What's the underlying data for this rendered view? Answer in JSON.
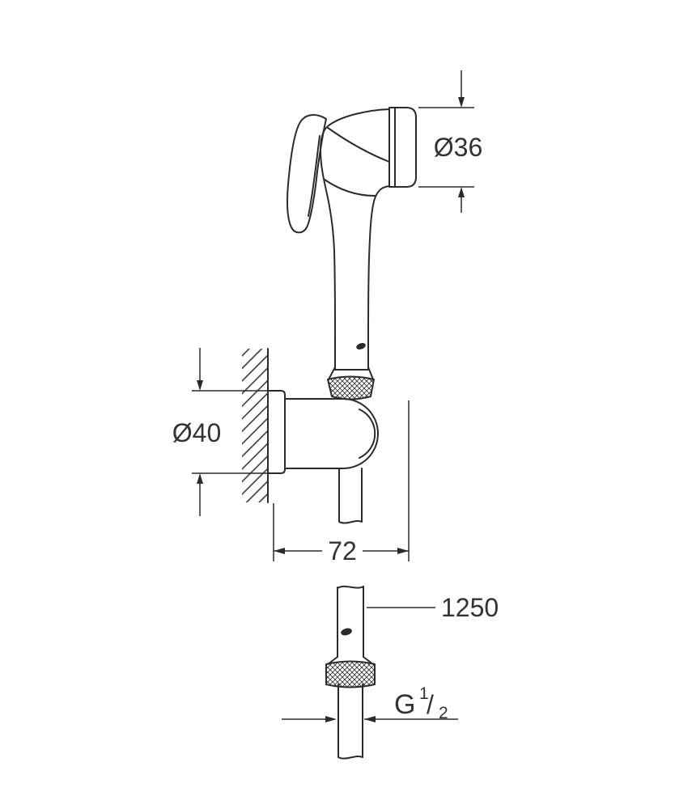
{
  "page": {
    "background": "#ffffff",
    "line_color": "#2b2b2b",
    "text_color": "#333333"
  },
  "drawing": {
    "labels": {
      "head_diameter": "Ø36",
      "holder_diameter": "Ø40",
      "wall_distance": "72",
      "hose_length": "1250",
      "thread_prefix": "G",
      "thread_numerator": "1",
      "thread_slash": "/",
      "thread_denominator": "2"
    }
  }
}
